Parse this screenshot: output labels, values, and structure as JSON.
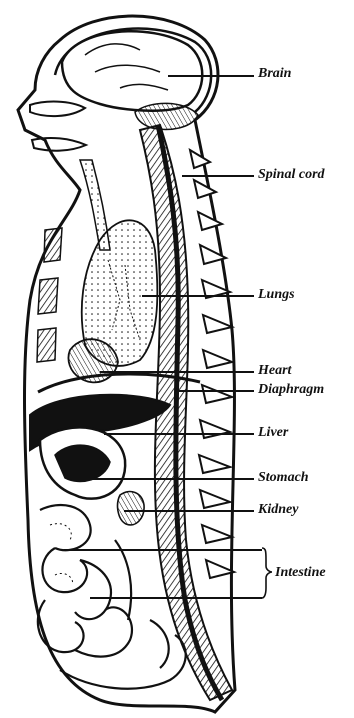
{
  "labels": {
    "brain": "Brain",
    "spinal_cord": "Spinal cord",
    "lungs": "Lungs",
    "heart": "Heart",
    "diaphragm": "Diaphragm",
    "liver": "Liver",
    "stomach": "Stomach",
    "kidney": "Kidney",
    "intestine": "Intestine"
  },
  "colors": {
    "ink": "#111111",
    "paper": "#ffffff"
  }
}
